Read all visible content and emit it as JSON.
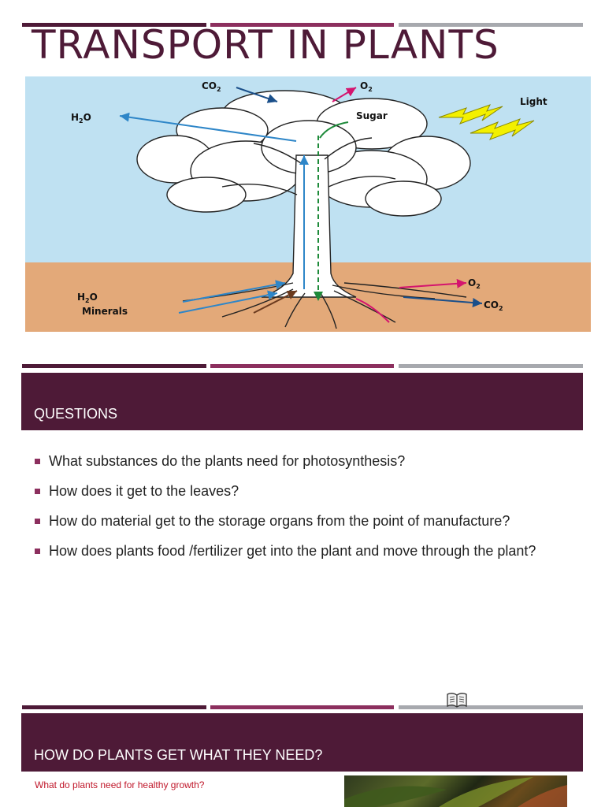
{
  "title": "TRANSPORT IN PLANTS",
  "diagram": {
    "labels": {
      "co2_top": "CO",
      "o2_top": "O",
      "h2o_left": "H",
      "sugar": "Sugar",
      "light": "Light",
      "h2o_bottom": "H",
      "minerals": "Minerals",
      "o2_right": "O",
      "co2_right": "CO"
    },
    "subscripts": {
      "co2_top": "2",
      "o2_top": "2",
      "h2o_left": "2",
      "h2o_left_tail": "O",
      "h2o_bottom": "2",
      "h2o_bottom_tail": "O",
      "o2_right": "2",
      "co2_right": "2"
    },
    "colors": {
      "sky": "#bfe1f2",
      "soil": "#e3a979",
      "water_arrow": "#2e86c8",
      "sugar_arrow": "#1e8a3a",
      "o2_arrow": "#d4146e",
      "mineral_arrow": "#6b3a1e",
      "lightning": "#f3f000"
    }
  },
  "questions": {
    "heading": "QUESTIONS",
    "items": [
      "What substances do the plants need for photosynthesis?",
      "How does it get to the leaves?",
      "How do material get to the storage organs from the point of manufacture?",
      "How does plants food /fertilizer get into the plant and move through the plant?"
    ]
  },
  "section2": {
    "heading": "HOW DO PLANTS GET WHAT THEY NEED?",
    "text": "What do plants need for healthy growth?"
  },
  "theme": {
    "dark": "#4e1a37",
    "accent": "#8c2f5e",
    "gray": "#a7a9ae",
    "red_text": "#c0182b"
  }
}
